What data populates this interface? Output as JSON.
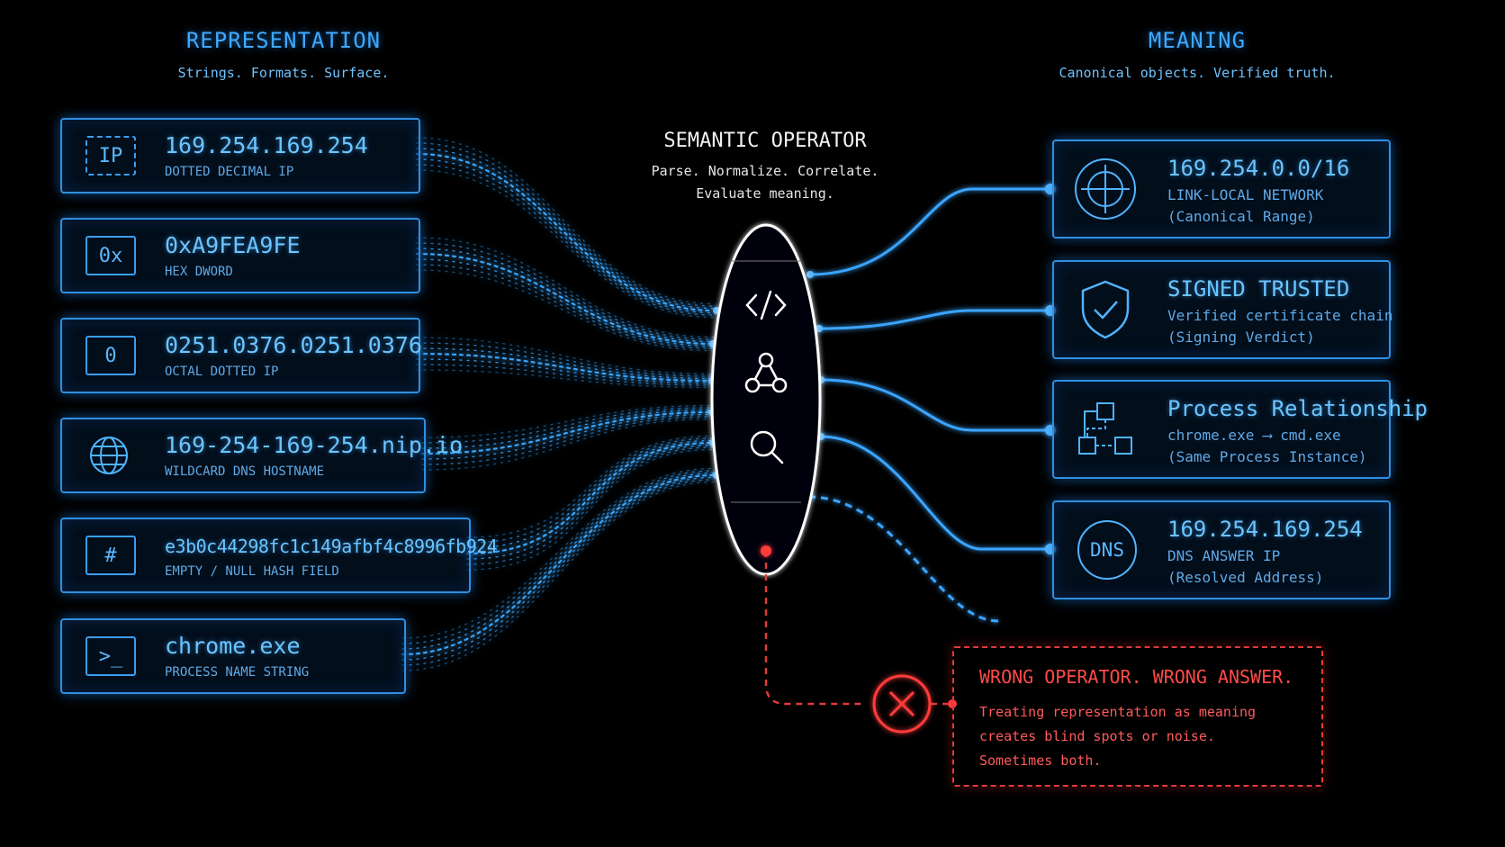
{
  "left_column": {
    "title": "REPRESENTATION",
    "subtitle": "Strings. Formats. Surface.",
    "cards": [
      {
        "icon_text": "IP",
        "icon": "ip-icon",
        "value": "169.254.169.254",
        "label": "DOTTED DECIMAL IP"
      },
      {
        "icon_text": "0x",
        "icon": "hex-icon",
        "value": "0xA9FEA9FE",
        "label": "HEX DWORD"
      },
      {
        "icon_text": "0",
        "icon": "octal-icon",
        "value": "0251.0376.0251.0376",
        "label": "OCTAL DOTTED IP"
      },
      {
        "icon_text": "",
        "icon": "globe-icon",
        "value": "169-254-169-254.nip.io",
        "label": "WILDCARD DNS HOSTNAME"
      },
      {
        "icon_text": "#",
        "icon": "hash-icon",
        "value": "e3b0c44298fc1c149afbf4c8996fb924",
        "label": "EMPTY / NULL HASH FIELD"
      },
      {
        "icon_text": ">_",
        "icon": "terminal-icon",
        "value": "chrome.exe",
        "label": "PROCESS NAME STRING"
      }
    ]
  },
  "operator": {
    "title": "SEMANTIC OPERATOR",
    "subtitle_line1": "Parse. Normalize. Correlate.",
    "subtitle_line2": "Evaluate meaning.",
    "icons": [
      "code-icon",
      "graph-icon",
      "search-icon"
    ]
  },
  "right_column": {
    "title": "MEANING",
    "subtitle": "Canonical objects. Verified truth.",
    "cards": [
      {
        "icon": "crosshair-icon",
        "value": "169.254.0.0/16",
        "label": "LINK-LOCAL NETWORK",
        "label2": "(Canonical Range)"
      },
      {
        "icon": "shield-check-icon",
        "value": "SIGNED TRUSTED",
        "label": "Verified certificate chain",
        "label2": "(Signing Verdict)"
      },
      {
        "icon": "process-tree-icon",
        "value": "Process Relationship",
        "label": "chrome.exe ⟶ cmd.exe",
        "label2": "(Same Process Instance)"
      },
      {
        "icon": "dns-icon",
        "icon_text": "DNS",
        "value": "169.254.169.254",
        "label": "DNS ANSWER IP",
        "label2": "(Resolved Address)"
      }
    ]
  },
  "error": {
    "icon": "x-circle-icon",
    "title": "WRONG OPERATOR. WRONG ANSWER.",
    "body": "Treating representation as meaning\ncreates blind spots or noise.\nSometimes both."
  },
  "colors": {
    "accent": "#3fa9ff",
    "error": "#e03a3a",
    "background": "#000000",
    "operator": "#ffffff"
  }
}
